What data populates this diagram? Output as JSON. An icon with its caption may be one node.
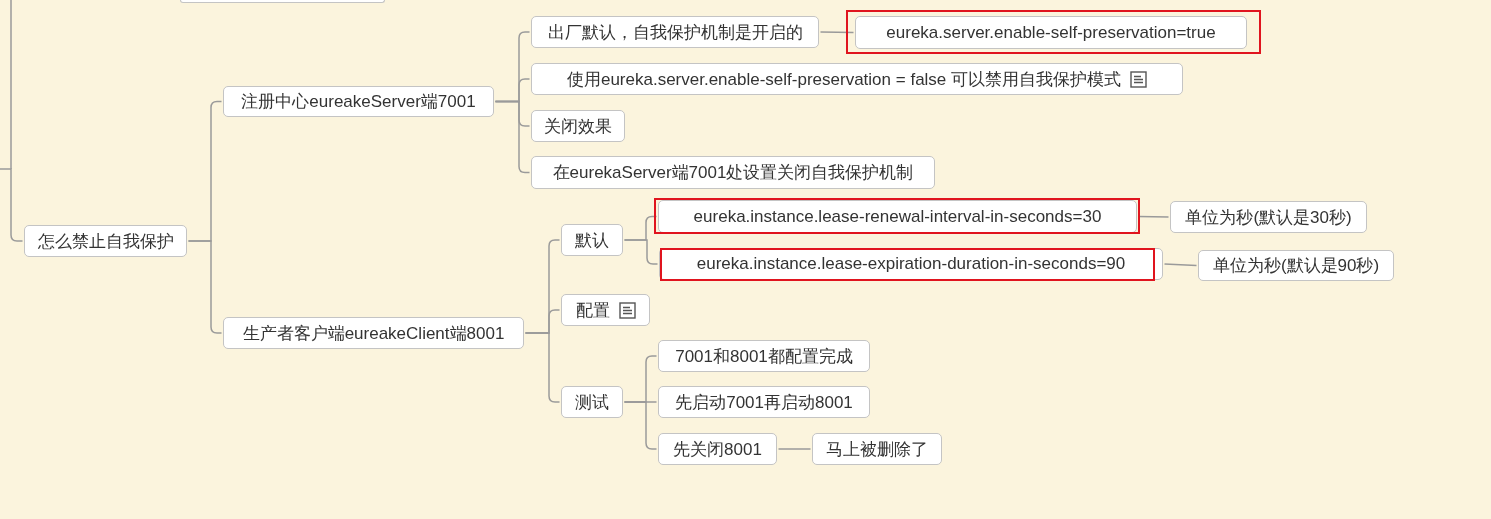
{
  "diagram": {
    "nodes": [
      {
        "text": [],
        "shape": "box"
      },
      {
        "text": [
          "怎么禁止自我保护"
        ]
      },
      {
        "text": [
          "注册中心eureakeServer端7001"
        ]
      },
      {
        "text": [
          "出厂默认，自我保护机制是开启的"
        ]
      },
      {
        "text": [
          "eureka.server.enable-self-preservation=true"
        ]
      },
      {
        "text": [
          "使用eureka.server.enable-self-preservation = false 可以禁用自我保护模式"
        ]
      },
      {
        "text": [
          "关闭效果"
        ]
      },
      {
        "text": [
          "在eurekaServer端7001处设置关闭自我保护机制"
        ]
      },
      {
        "text": [
          "生产者客户端eureakeClient端8001"
        ]
      },
      {
        "text": [
          "默认"
        ]
      },
      {
        "text": [
          "eureka.instance.lease-renewal-interval-in-seconds=30"
        ]
      },
      {
        "text": [
          "单位为秒(默认是30秒)"
        ]
      },
      {
        "text": [
          "eureka.instance.lease-expiration-duration-in-seconds=90"
        ]
      },
      {
        "text": [
          "单位为秒(默认是90秒)"
        ]
      },
      {
        "text": [
          "配置"
        ]
      },
      {
        "text": [
          "测试"
        ]
      },
      {
        "text": [
          "7001和8001都配置完成"
        ]
      },
      {
        "text": [
          "先启动7001再启动8001"
        ]
      },
      {
        "text": [
          "先关闭8001"
        ]
      },
      {
        "text": [
          "马上被删除了"
        ]
      }
    ],
    "edges": [
      {
        "from": null,
        "to": 1,
        "arrow": "none"
      },
      {
        "from": 1,
        "to": 2,
        "arrow": "none"
      },
      {
        "from": 1,
        "to": 8,
        "arrow": "none"
      },
      {
        "from": 2,
        "to": 3,
        "arrow": "none"
      },
      {
        "from": 3,
        "to": 4,
        "arrow": "none"
      },
      {
        "from": 2,
        "to": 5,
        "arrow": "none"
      },
      {
        "from": 2,
        "to": 6,
        "arrow": "none"
      },
      {
        "from": 2,
        "to": 7,
        "arrow": "none"
      },
      {
        "from": 8,
        "to": 9,
        "arrow": "none"
      },
      {
        "from": 9,
        "to": 10,
        "arrow": "none"
      },
      {
        "from": 10,
        "to": 11,
        "arrow": "none"
      },
      {
        "from": 9,
        "to": 12,
        "arrow": "none"
      },
      {
        "from": 12,
        "to": 13,
        "arrow": "none"
      },
      {
        "from": 8,
        "to": 14,
        "arrow": "none"
      },
      {
        "from": 8,
        "to": 15,
        "arrow": "none"
      },
      {
        "from": 15,
        "to": 16,
        "arrow": "none"
      },
      {
        "from": 15,
        "to": 17,
        "arrow": "none"
      },
      {
        "from": 15,
        "to": 18,
        "arrow": "none"
      },
      {
        "from": 18,
        "to": 19,
        "arrow": "none"
      }
    ]
  }
}
